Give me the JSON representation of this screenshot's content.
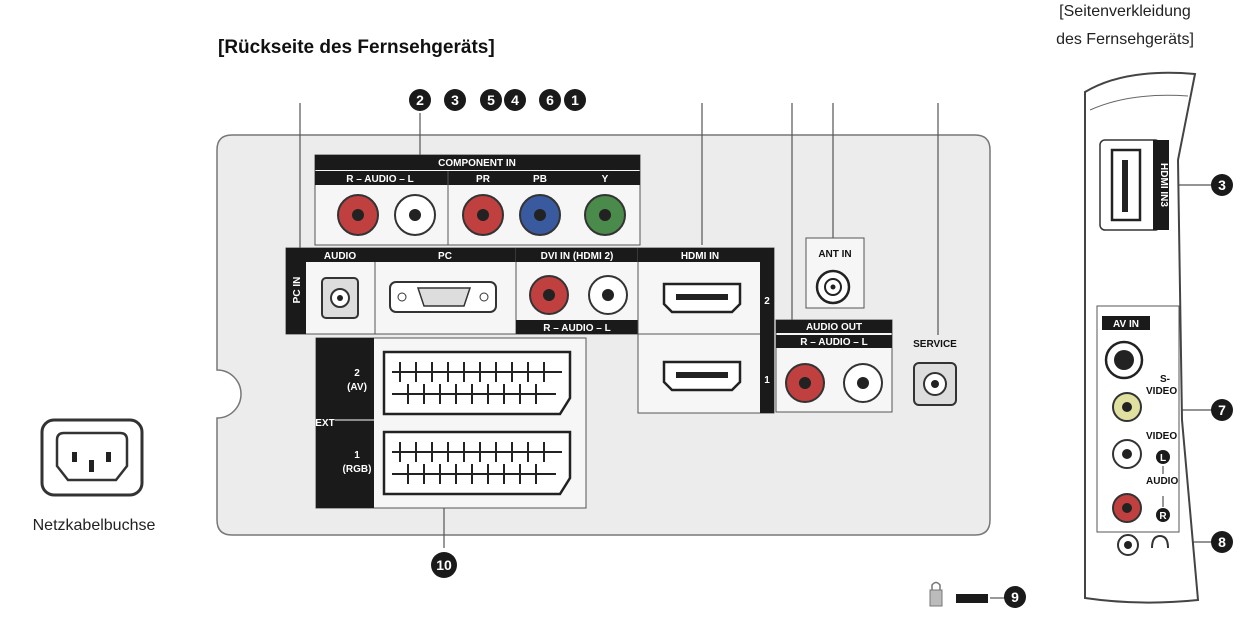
{
  "titles": {
    "rear": "[Rückseite des Fernsehgeräts]",
    "side_line1": "[Seitenverkleidung",
    "side_line2": "des Fernsehgeräts]",
    "power": "Netzkabelbuchse"
  },
  "rear_labels": {
    "component_in": "COMPONENT IN",
    "audio_rl": "R – AUDIO – L",
    "pr": "PR",
    "pb": "PB",
    "y": "Y",
    "pc_audio": "AUDIO",
    "pc": "PC",
    "pc_in": "PC IN",
    "dvi_in": "DVI IN (HDMI 2)",
    "dvi_audio": "R – AUDIO – L",
    "hdmi_in": "HDMI IN",
    "hdmi_2": "2",
    "hdmi_1": "1",
    "ant_in": "ANT IN",
    "audio_out": "AUDIO OUT",
    "audio_out_rl": "R – AUDIO – L",
    "service": "SERVICE",
    "ext": "EXT",
    "ext2_a": "2",
    "ext2_b": "(AV)",
    "ext1_a": "1",
    "ext1_b": "(RGB)"
  },
  "side_labels": {
    "hdmi_in3": "HDMI IN3",
    "av_in": "AV IN",
    "s_video_a": "S-",
    "s_video_b": "VIDEO",
    "video": "VIDEO",
    "audio": "AUDIO",
    "l": "L",
    "r": "R"
  },
  "callouts": [
    "2",
    "3",
    "5",
    "4",
    "6",
    "1",
    "3",
    "7",
    "8",
    "9",
    "10"
  ],
  "colors": {
    "panel": "#ececec",
    "label_bar": "#1a1a1a",
    "jack_red": "#c04040",
    "jack_green": "#4a8a4a",
    "jack_blue": "#3a5aa0",
    "jack_white": "#ffffff"
  }
}
